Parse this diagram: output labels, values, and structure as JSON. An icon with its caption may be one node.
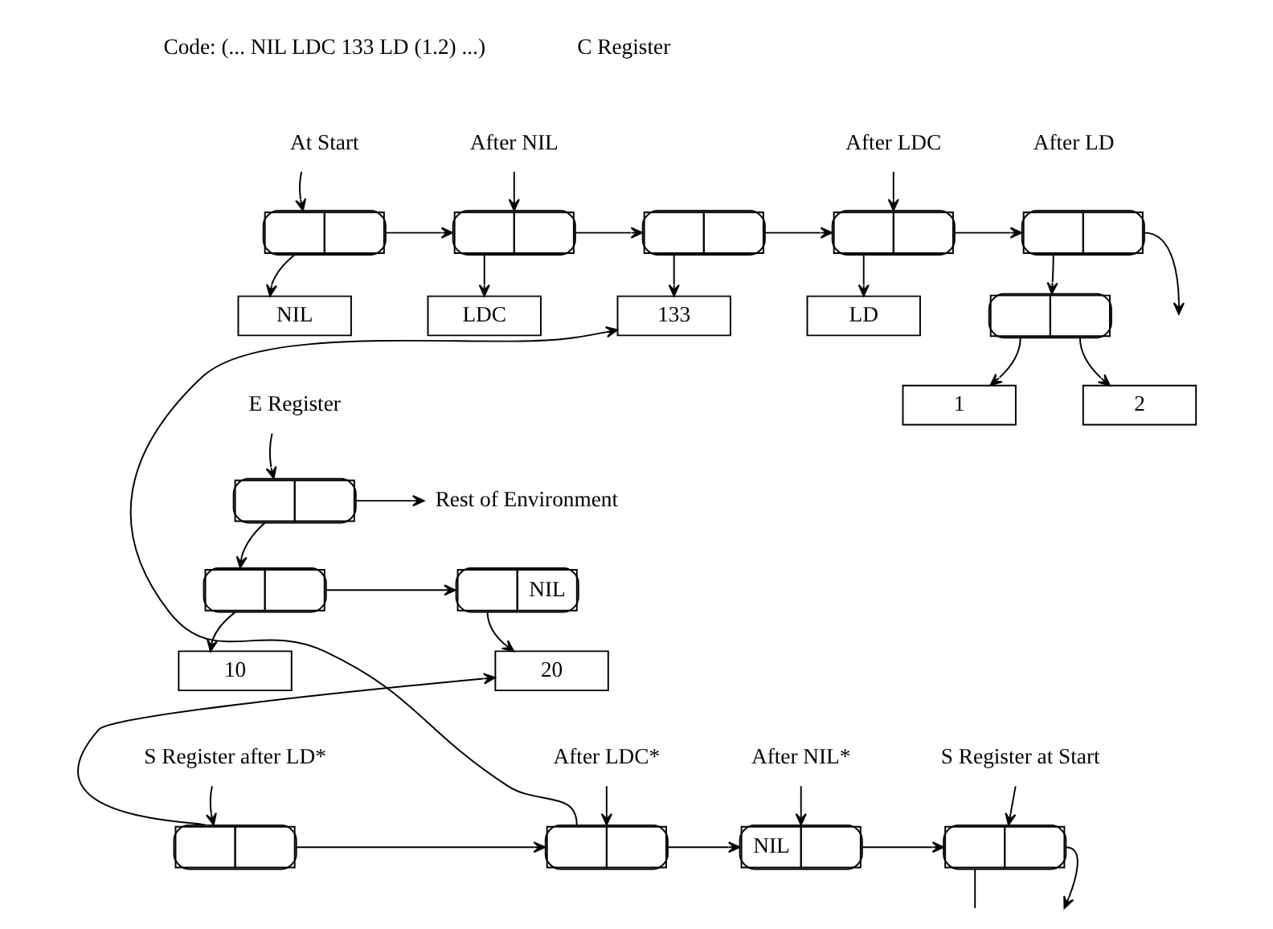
{
  "diagram": {
    "nodes": [
      {
        "text": [
          "At Start"
        ]
      },
      {
        "text": [
          "After NIL"
        ]
      },
      {
        "text": [
          "After LDC"
        ]
      },
      {
        "text": [],
        "shape": "box"
      },
      {
        "text": [],
        "shape": "box"
      },
      {
        "text": [],
        "shape": "box"
      },
      {
        "text": [],
        "shape": "box"
      },
      {
        "text": [],
        "shape": "box"
      },
      {
        "text": [
          "NIL"
        ]
      },
      {
        "text": [
          "LDC"
        ]
      },
      {
        "text": [
          "133"
        ]
      },
      {
        "text": [
          "LD"
        ]
      },
      {
        "text": [],
        "shape": "box"
      },
      {
        "text": [
          "1"
        ]
      },
      {
        "text": [
          "2"
        ]
      },
      {
        "text": [
          "E Register"
        ]
      },
      {
        "text": [
          "Rest of Environment"
        ]
      },
      {
        "text": [],
        "shape": "box"
      },
      {
        "text": [],
        "shape": "box"
      },
      {
        "text": [
          "NIL"
        ]
      },
      {
        "text": [
          "10"
        ]
      },
      {
        "text": [
          "20"
        ]
      },
      {
        "text": [
          "S Register after LD*"
        ]
      },
      {
        "text": [
          "After LDC*"
        ]
      },
      {
        "text": [
          "After NIL*"
        ]
      },
      {
        "text": [
          "S Register at Start"
        ]
      },
      {
        "text": [],
        "shape": "box"
      },
      {
        "text": [],
        "shape": "box"
      },
      {
        "text": [
          "NIL"
        ]
      },
      {
        "text": [],
        "shape": "box"
      }
    ],
    "edges": [
      {
        "from": 0,
        "to": 3,
        "arrow": "to"
      },
      {
        "from": 3,
        "to": 4,
        "arrow": "to"
      },
      {
        "from": 1,
        "to": 4,
        "arrow": "to"
      },
      {
        "from": 3,
        "to": 8,
        "arrow": "to"
      },
      {
        "from": 4,
        "to": 5,
        "arrow": "to"
      },
      {
        "from": 4,
        "to": 9,
        "arrow": "to"
      },
      {
        "from": 5,
        "to": 6,
        "arrow": "to"
      },
      {
        "from": 2,
        "to": 6,
        "arrow": "to"
      },
      {
        "from": 5,
        "to": 10,
        "arrow": "to"
      },
      {
        "from": 6,
        "to": 7,
        "arrow": "to"
      },
      {
        "from": 6,
        "to": 11,
        "arrow": "to"
      },
      {
        "from": 7,
        "to": null,
        "arrow": "to"
      },
      {
        "from": 7,
        "to": 12,
        "arrow": "to"
      },
      {
        "from": 12,
        "to": 13,
        "arrow": "to"
      },
      {
        "from": 12,
        "to": 14,
        "arrow": "to"
      },
      {
        "from": 15,
        "to": 17,
        "arrow": "to"
      },
      {
        "from": 17,
        "to": 16,
        "arrow": "to"
      },
      {
        "from": 17,
        "to": 18,
        "arrow": "to"
      },
      {
        "from": 18,
        "to": 19,
        "arrow": "to"
      },
      {
        "from": 18,
        "to": 20,
        "arrow": "to"
      },
      {
        "from": 19,
        "to": 21,
        "arrow": "to"
      },
      {
        "from": 22,
        "to": 26,
        "arrow": "to"
      },
      {
        "from": 26,
        "to": 21,
        "arrow": "to"
      },
      {
        "from": 26,
        "to": 27,
        "arrow": "to"
      },
      {
        "from": 23,
        "to": 27,
        "arrow": "to"
      },
      {
        "from": 27,
        "to": 10,
        "arrow": "to"
      },
      {
        "from": 27,
        "to": 28,
        "arrow": "to"
      },
      {
        "from": 24,
        "to": 28,
        "arrow": "to"
      },
      {
        "from": 28,
        "to": 29,
        "arrow": "to"
      },
      {
        "from": 25,
        "to": 29,
        "arrow": "to"
      },
      {
        "from": 29,
        "to": null,
        "arrow": "to"
      },
      {
        "from": 29,
        "to": null,
        "arrow": "none"
      }
    ],
    "labels": [
      "Code: (... NIL LDC 133 LD (1.2) ...)",
      "C Register",
      "After LD"
    ]
  }
}
